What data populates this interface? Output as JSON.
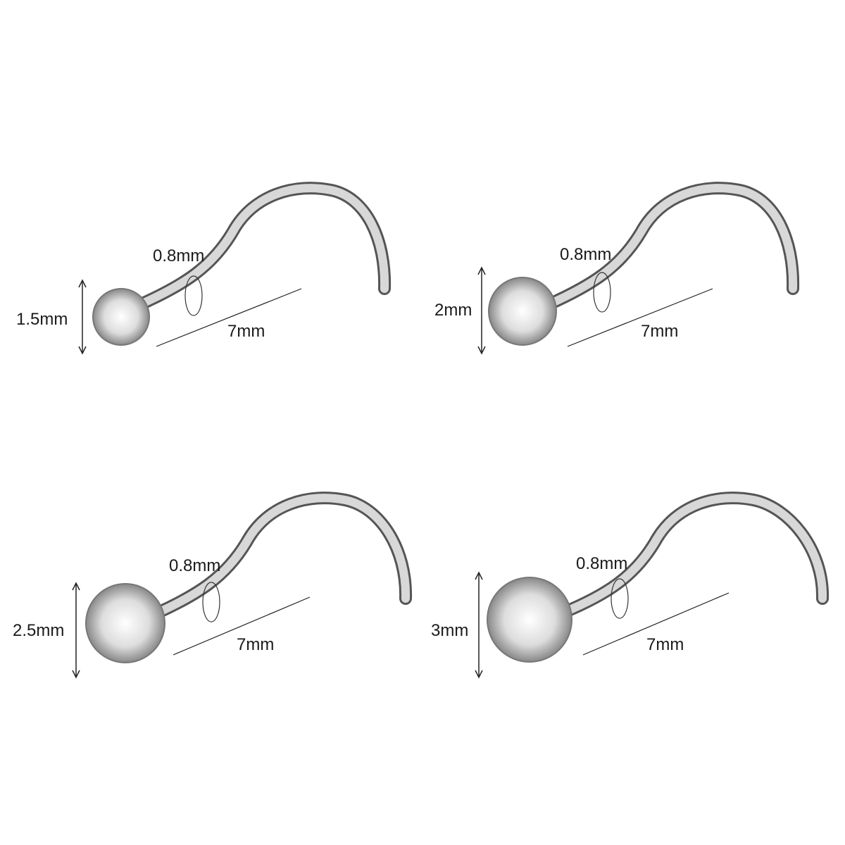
{
  "image": {
    "background": "#ffffff",
    "subject": "Screw nose studs with round clear crystal, four sizes",
    "metal_color": "#c0c0c0"
  },
  "items": [
    {
      "gem_size": "1.5mm",
      "gauge": "0.8mm",
      "length": "7mm"
    },
    {
      "gem_size": "2mm",
      "gauge": "0.8mm",
      "length": "7mm"
    },
    {
      "gem_size": "2.5mm",
      "gauge": "0.8mm",
      "length": "7mm"
    },
    {
      "gem_size": "3mm",
      "gauge": "0.8mm",
      "length": "7mm"
    }
  ]
}
